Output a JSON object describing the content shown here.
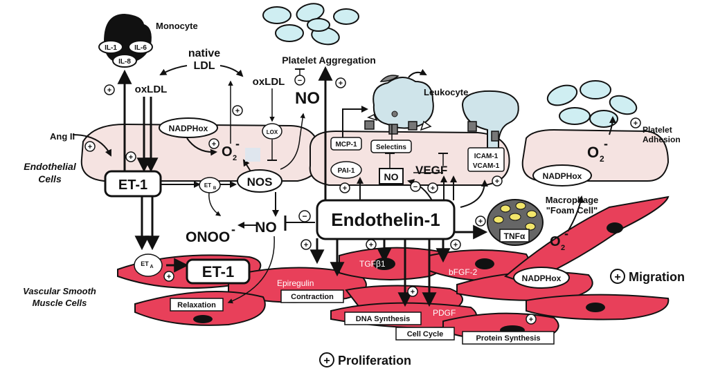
{
  "colors": {
    "endothelial_fill": "#f5e3e1",
    "smooth_muscle_fill": "#e8405a",
    "platelet_fill": "#cfeef2",
    "leukocyte_fill": "#cfe4ea",
    "lipid_fill": "#f2e66b",
    "ink": "#111111"
  },
  "labels": {
    "monocyte": "Monocyte",
    "il1": "IL-1",
    "il6": "IL-6",
    "il8": "IL-8",
    "native": "native",
    "ldl": "LDL",
    "oxldl_left": "oxLDL",
    "oxldl_right": "oxLDL",
    "platelet_aggregation": "Platelet Aggregation",
    "no_top": "NO",
    "leukocyte": "Leukocyte",
    "platelet_adhesion_1": "Platelet",
    "platelet_adhesion_2": "Adhesion",
    "ang2": "Ang II",
    "endothelial_1": "Endothelial",
    "endothelial_2": "Cells",
    "nadphox_left": "NADPHox",
    "o2_left": "O",
    "lox": "LOX",
    "et1_top": "ET-1",
    "etb": "ET",
    "etb_sub": "B",
    "nos": "NOS",
    "mcp1": "MCP-1",
    "selectins": "Selectins",
    "pai1": "PAI-1",
    "no_box": "NO",
    "vegf": "VEGF",
    "icam1": "ICAM-1",
    "vcam1": "VCAM-1",
    "o2_right": "O",
    "nadphox_right": "NADPHox",
    "macrophage_1": "Macrophage",
    "macrophage_2": "\"Foam Cell\"",
    "endothelin1": "Endothelin-1",
    "tnfa": "TNFα",
    "o2_mid": "O",
    "onoo": "ONOO",
    "no_mid": "NO",
    "eta": "ET",
    "eta_sub": "A",
    "et1_bottom": "ET-1",
    "epiregulin": "Epiregulin",
    "contraction": "Contraction",
    "relaxation": "Relaxation",
    "tgfb1": "TGFβ1",
    "bfgf2": "bFGF-2",
    "pdgf": "PDGF",
    "dna_synthesis": "DNA Synthesis",
    "cell_cycle": "Cell Cycle",
    "protein_synthesis": "Protein Synthesis",
    "nadphox_bottom": "NADPHox",
    "migration": "Migration",
    "vsmc_1": "Vascular Smooth",
    "vsmc_2": "Muscle Cells",
    "proliferation": "Proliferation",
    "superscript_minus": "-",
    "sub2": "2",
    "plus": "+",
    "minus": "−"
  }
}
